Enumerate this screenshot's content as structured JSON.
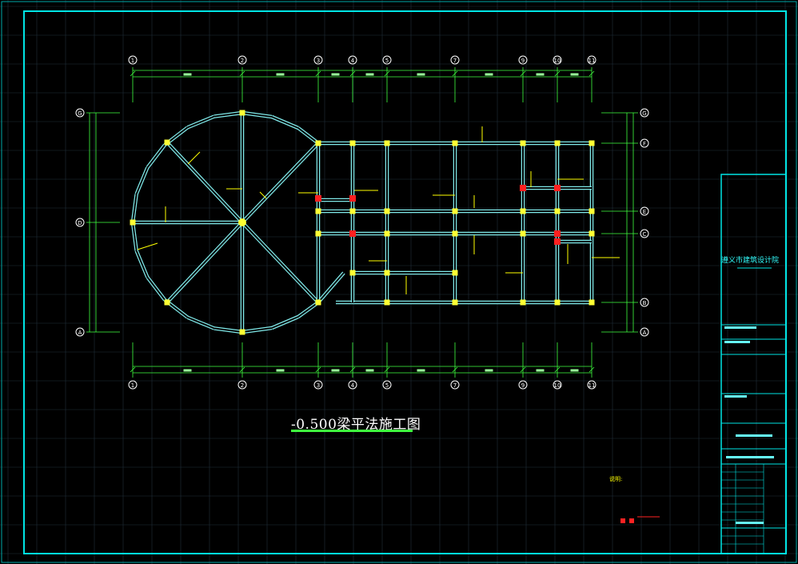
{
  "drawing": {
    "title": "-0.500梁平法施工图",
    "institute": "遵义市建筑设计院",
    "note_label": "说明:"
  },
  "grid": {
    "x_axes": [
      "1",
      "2",
      "3",
      "4",
      "5",
      "7",
      "9",
      "10",
      "11"
    ],
    "y_axes_left": [
      "G",
      "D",
      "A"
    ],
    "y_axes_right": [
      "G",
      "F",
      "E",
      "C",
      "B",
      "A"
    ]
  },
  "colors": {
    "background": "#000000",
    "frame": "#00e5e5",
    "beam": "#7fe8e8",
    "dimension": "#3fff3f",
    "column": "#ffff33",
    "column_red": "#ff2020",
    "text_yellow": "#ffff00",
    "grid_faint": "#20303a"
  }
}
